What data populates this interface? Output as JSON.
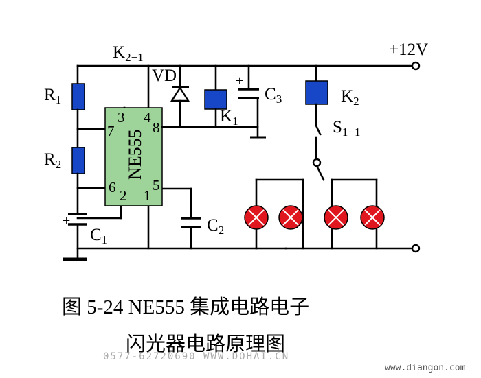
{
  "labels": {
    "k2_1": "K",
    "k2_1_sub": "2−1",
    "supply": "+12V",
    "vd": "VD",
    "vd_sub": "1",
    "r1": "R",
    "r1_sub": "1",
    "r2": "R",
    "r2_sub": "2",
    "k1": "K",
    "k1_sub": "1",
    "c3": "C",
    "c3_sub": "3",
    "c3_plus": "+",
    "k2": "K",
    "k2_sub": "2",
    "s1_1": "S",
    "s1_1_sub": "1−1",
    "c1": "C",
    "c1_sub": "1",
    "c1_plus": "+",
    "c2": "C",
    "c2_sub": "2",
    "ic": "NE555",
    "pin3": "3",
    "pin4": "4",
    "pin7": "7",
    "pin8": "8",
    "pin6": "6",
    "pin2": "2",
    "pin1": "1",
    "pin5": "5"
  },
  "caption": {
    "line1": "图 5-24    NE555 集成电路电子",
    "line2": "闪光器电路原理图"
  },
  "watermarks": {
    "phone": "0577-62720690    WWW.DOHAI.CN",
    "site": "www.diangon.com"
  },
  "colors": {
    "component_blue": "#1747c6",
    "ic_green": "#9ed39a",
    "lamp_red": "#e0171f"
  }
}
